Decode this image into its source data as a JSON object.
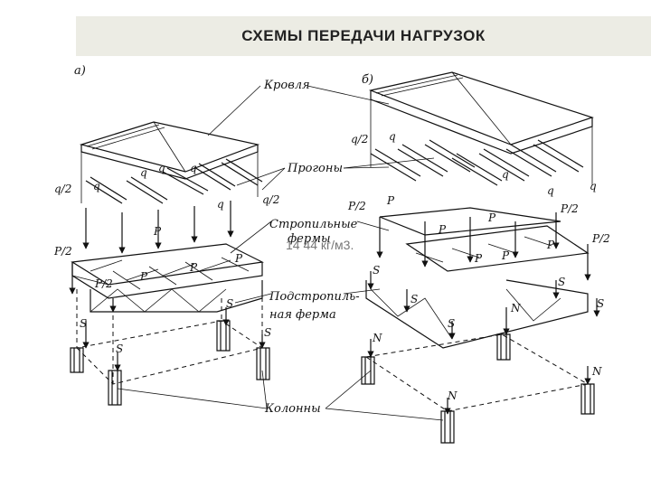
{
  "title": "СХЕМЫ ПЕРЕДАЧИ НАГРУЗОК",
  "labels": {
    "fig_a": "а)",
    "fig_b": "б)",
    "roof": "Кровля",
    "purlins": "Прогоны",
    "rafter_truss_1": "Стропильные",
    "rafter_truss_2": "фермы",
    "overlay": "14 44 кг/м3.",
    "sub_truss_1": "Подстропиль-",
    "sub_truss_2": "ная ферма",
    "columns": "Колонны"
  },
  "symbols": {
    "q": "q",
    "q2": "q/2",
    "P": "P",
    "P2": "P/2",
    "S": "S",
    "N": "N"
  }
}
